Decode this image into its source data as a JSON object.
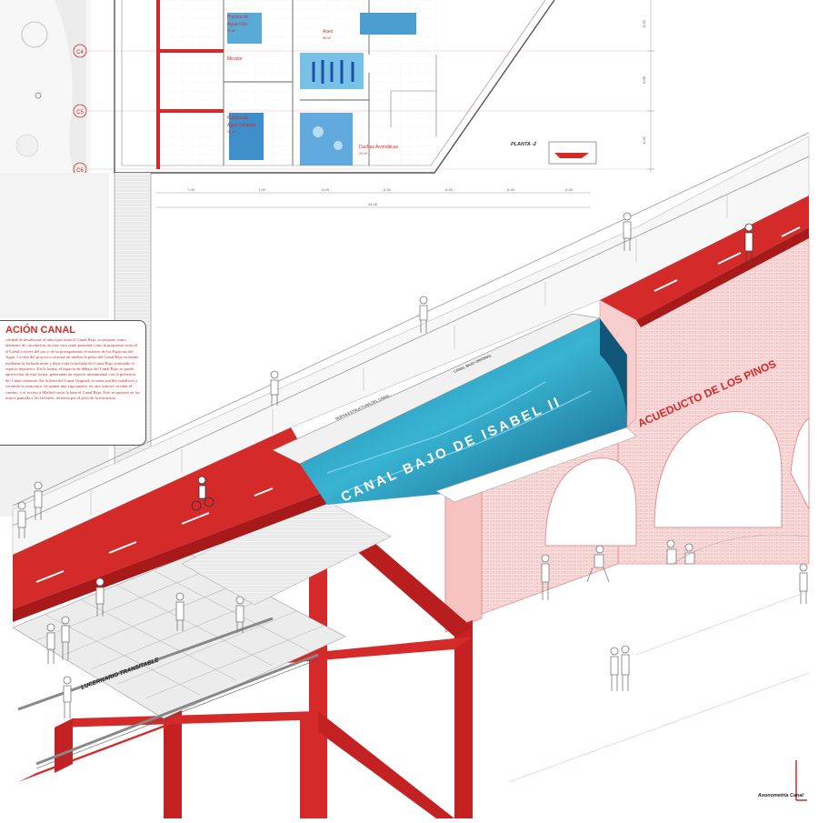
{
  "plan": {
    "rooms": {
      "pool_cold": [
        "Piscina de",
        "Agua Fría",
        "20 m²"
      ],
      "mirador": "Mirador",
      "aseo": [
        "Aseo",
        "60 m²"
      ],
      "pool_hot": [
        "Piscina de",
        "Agua Caliente",
        "20 m²"
      ],
      "duchas": [
        "Duchas Aromáticas",
        "20 m²"
      ]
    },
    "axes": [
      "C4",
      "C5",
      "C6"
    ],
    "level_label": "PLANTA -2",
    "dims_bottom": [
      "7,00",
      "7,00",
      "6,00",
      "6,30",
      "6,30",
      "6,30",
      "6,30"
    ],
    "total_dim": "44,30",
    "dims_right": [
      "6,00",
      "6,00",
      "6,00"
    ]
  },
  "info": {
    "title": "ACIÓN CANAL",
    "text": "calidad de desahuciar al sabor que tenía el Canal Bajo, se propone como elemento de circulación, en este caso tanto peatonal como la propuesta vertical el Canal a través del uso y de su protagonismo el interior de los Espacios del Agua. La idea del proyecto consiste en mediar la pieza del Canal Bajo existente mediante la fachada oeste y dejar toda la fachada del Canal Bajo frontando el espacio deportivo. En la forma, el espacio de debajo del Canal Bajo se puede aprovechar de esta forma, generando un espacio monumental con la presencia del Canal existente. En la línea del Canal Original, se unen perfiles metálicos y cerrando la estructura. Se asume una viga puente, en otro interior circular el camino, y el acceso a Madrid como la base el Canal Bajo. Este se apoyará en los muros pantalla a los laterales, refuerza por el peso de la estructura."
  },
  "labels": {
    "new_structure": "NUEVA ESTRUCTURA DEL CANAL",
    "original_canal": "CANAL BAJO ORIGINAL",
    "canal_name": "CANAL BAJO DE ISABEL II",
    "aqueduct": "ACUEDUCTO DE LOS PINOS",
    "skylight": "LUCERNARIO TRANSITABLE",
    "caption": "Axonometría Canal"
  },
  "colors": {
    "red": "#d42a2a",
    "pink": "#f7cfcf",
    "water": "#2a9fc3",
    "gray": "#9a9a9a"
  }
}
